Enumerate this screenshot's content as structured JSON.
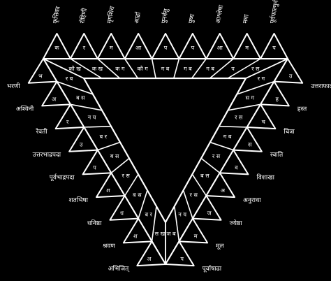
{
  "diagram": {
    "top_labels": [
      "कृत्तिका",
      "रोहिणी",
      "मृगशिरा",
      "आर्द्रा",
      "पुनर्वसु",
      "पुष्य",
      "आश्लेषा",
      "मघा",
      "पूर्वफाल्गुनी"
    ],
    "right_labels": [
      "उत्तराफाल्गुनी",
      "हस्त",
      "चित्रा",
      "स्वाति",
      "विशाखा",
      "अनुराधा",
      "ज्येष्ठा",
      "मूल",
      "पूर्वाषाढा"
    ],
    "left_labels": [
      "भरणी",
      "अश्विनी",
      "रेवती",
      "उत्तरभाद्रपदा",
      "पूर्वभाद्रपदा",
      "शतभिषा",
      "धनिष्ठा",
      "श्रवण",
      "अभिजित्"
    ],
    "top_cells": [
      "कौ ख",
      "क ख",
      "क ग",
      "कौ ग",
      "ग ब",
      "ग ब",
      "ग ब",
      "प",
      "र स"
    ],
    "right_cells": [
      "र ग",
      "स ग",
      "र स",
      "ग ब",
      "र स",
      "ब स",
      "र स",
      "न य",
      "ज ब"
    ],
    "left_cells": [
      "स ख",
      "ब र",
      "ब स",
      "र स",
      "ब स",
      "ब र",
      "न य",
      "ब स",
      "र ब"
    ]
  }
}
